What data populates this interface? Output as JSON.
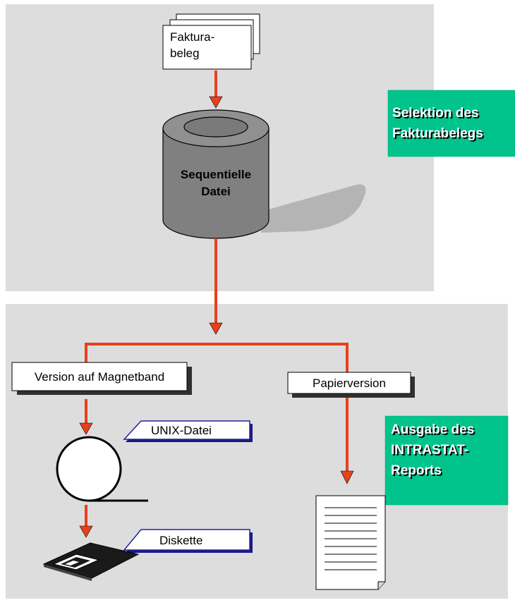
{
  "top_section": {
    "document_label": [
      "Faktura-",
      "beleg"
    ],
    "database_label": [
      "Sequentielle",
      "Datei"
    ],
    "callout": [
      "Selektion des",
      "Fakturabelegs"
    ]
  },
  "bottom_section": {
    "magnetic_tape_box": "Version auf Magnetband",
    "paper_box": "Papierversion",
    "unix_tag": "UNIX-Datei",
    "diskette_tag": "Diskette",
    "callout": [
      "Ausgabe des",
      "INTRASTAT-",
      "Reports"
    ]
  },
  "colors": {
    "panel": "#dddddd",
    "arrow": "#e8401c",
    "callout": "#00c48c",
    "tag_border": "#2020a0",
    "cylinder": "#808080"
  }
}
